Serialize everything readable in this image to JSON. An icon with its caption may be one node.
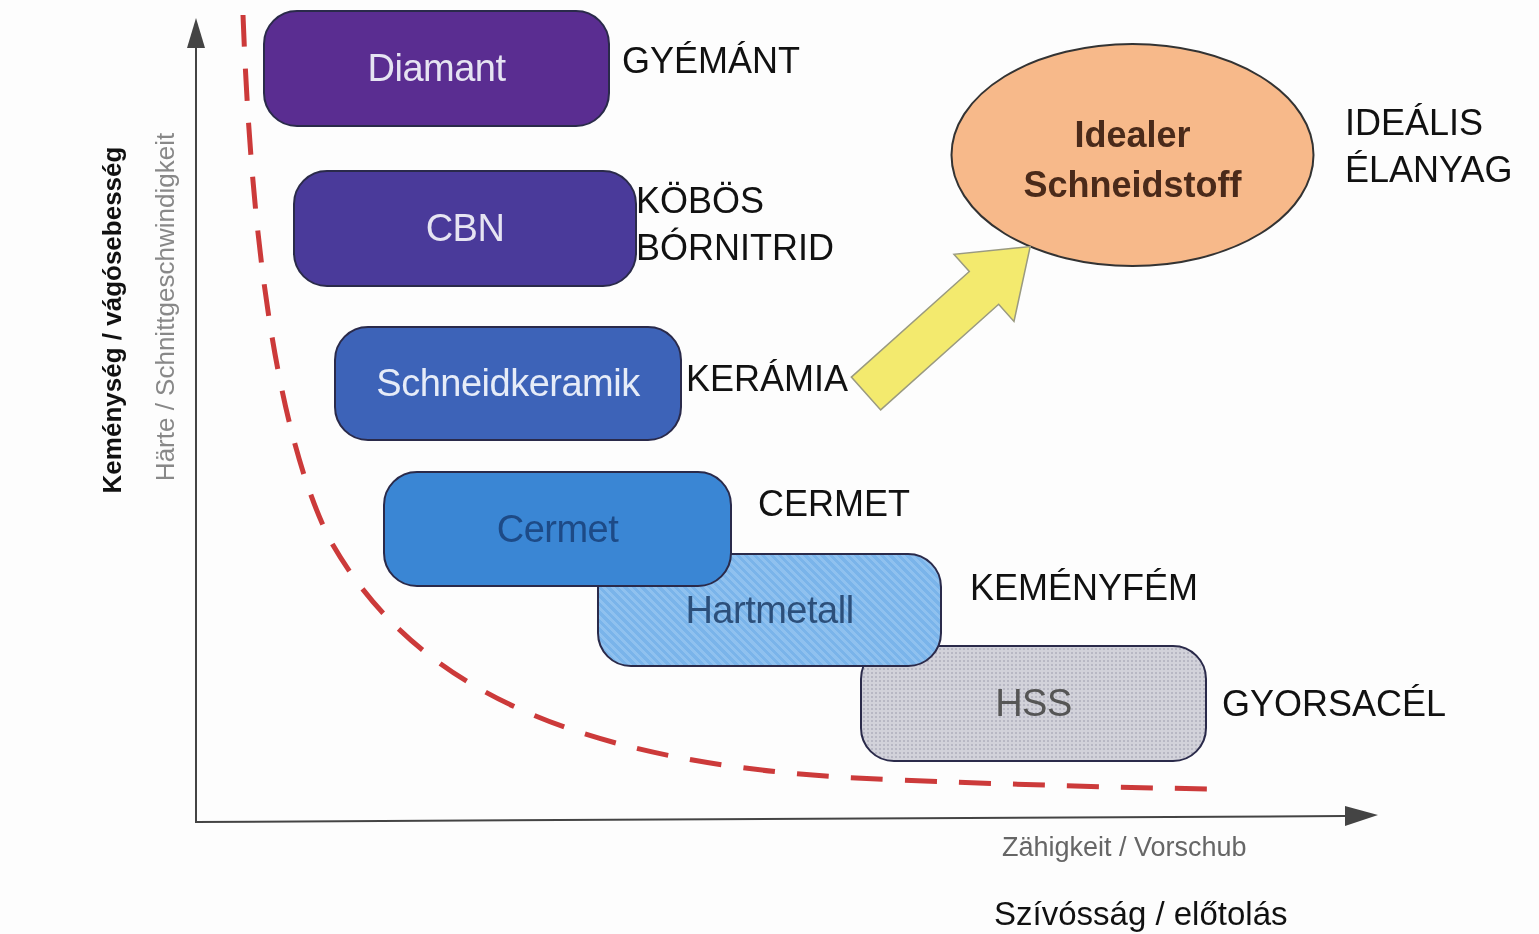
{
  "diagram": {
    "nodes": [
      {
        "text": [
          "Diamant"
        ],
        "beside": [
          "GYÉMÁNT"
        ]
      },
      {
        "text": [
          "CBN"
        ],
        "beside": [
          "KÖBÖS BÓRNITRID"
        ]
      },
      {
        "text": [
          "Schneidkeramik"
        ],
        "beside": [
          "KERÁMIA"
        ]
      },
      {
        "text": [
          "Cermet"
        ],
        "beside": [
          "CERMET"
        ]
      },
      {
        "text": [
          "Hartmetall"
        ],
        "beside": [
          "KEMÉNYFÉM"
        ]
      },
      {
        "text": [
          "HSS"
        ],
        "beside": [
          "GYORSACÉL"
        ]
      },
      {
        "text": [
          "Idealer Schneidstoff"
        ],
        "beside": [
          "IDEÁLIS ÉLANYAG"
        ]
      }
    ],
    "edges": [
      {
        "from": 2,
        "to": 6,
        "arrow": "to",
        "style": "thick",
        "color": "#f3ea6e"
      }
    ],
    "labels": [
      "Keménység / vágósebesség",
      "Härte / Schnittgeschwindigkeit",
      "Zähigkeit / Vorschub",
      "Szívósság / előtolás"
    ]
  }
}
